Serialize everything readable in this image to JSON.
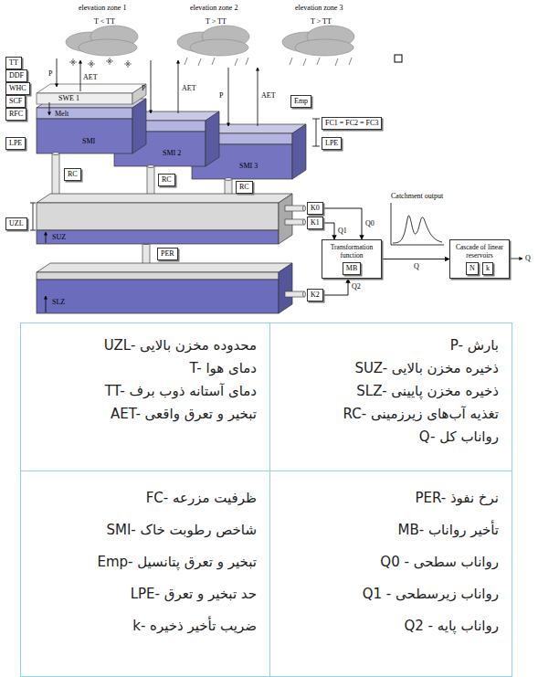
{
  "diagram": {
    "nodes": [
      {
        "text": [
          "TT"
        ]
      },
      {
        "text": [
          "DDF"
        ]
      },
      {
        "text": [
          "WHC"
        ]
      },
      {
        "text": [
          "SCF"
        ]
      },
      {
        "text": [
          "RFC"
        ]
      },
      {
        "text": [
          "LPE"
        ]
      },
      {
        "text": [
          "Emp"
        ]
      },
      {
        "text": [
          "FC1 = FC2 = FC3"
        ]
      },
      {
        "text": [
          "LPE"
        ]
      },
      {
        "text": [
          "RC"
        ]
      },
      {
        "text": [
          "RC"
        ]
      },
      {
        "text": [
          "RC"
        ]
      },
      {
        "text": [
          "UZL"
        ]
      },
      {
        "text": [
          "K0"
        ]
      },
      {
        "text": [
          "K1"
        ]
      },
      {
        "text": [
          "PER"
        ]
      },
      {
        "text": [
          "K2"
        ]
      },
      {
        "text": [
          "Transformation function"
        ]
      },
      {
        "text": [
          "MB"
        ],
        "in": 17
      },
      {
        "text": [
          "Cascade of linear reservoirs"
        ]
      },
      {
        "text": [
          "N"
        ],
        "in": 19
      },
      {
        "text": [
          "k"
        ],
        "in": 19
      },
      {
        "text": [
          "P- بارش",
          "SUZ- ذخیره مخزن بالایی",
          "SLZ- ذخیره مخزن پایینی",
          "RC- تغذیه آب‌های زیرزمینی",
          "Q- رواناب کل"
        ]
      },
      {
        "text": [
          "UZL- محدوده مخزن بالایی",
          "T- دمای هوا",
          "TT- دمای آستانه ذوب برف",
          "AET- تبخیر و تعرق واقعی"
        ]
      },
      {
        "text": [
          "PER- نرخ نفوذ",
          "MB- تأخیر رواناب",
          "Q0 - رواناب سطحی",
          "Q1 - رواناب زیرسطحی",
          "Q2 - رواناب پایه"
        ]
      },
      {
        "text": [
          "FC- ظرفیت مزرعه",
          "SMI- شاخص رطوبت خاک",
          "Emp- تبخیر و تعرق پتانسیل",
          "LPE- حد تبخیر و تعرق",
          "k- ضریب تأخیر ذخیره"
        ]
      }
    ],
    "edges": [
      {
        "from": 14,
        "to": 17,
        "label": "Q1",
        "arrow": "to"
      },
      {
        "from": 13,
        "to": 17,
        "label": "Q0",
        "arrow": "to"
      },
      {
        "from": 16,
        "to": 17,
        "label": "Q2",
        "arrow": "to"
      },
      {
        "from": 17,
        "to": 19,
        "label": "Q",
        "arrow": "to"
      }
    ],
    "labels": [
      "elevation zone 1",
      "elevation zone 2",
      "elevation zone 3",
      "T < TT",
      "T > TT",
      "T > TT",
      "P",
      "AET",
      "Melt",
      "SWE 1",
      "SMI",
      "P",
      "AET",
      "SMI 2",
      "P",
      "AET",
      "SMI 3",
      "SUZ",
      "SLZ",
      "Catchment output",
      "Q"
    ]
  }
}
